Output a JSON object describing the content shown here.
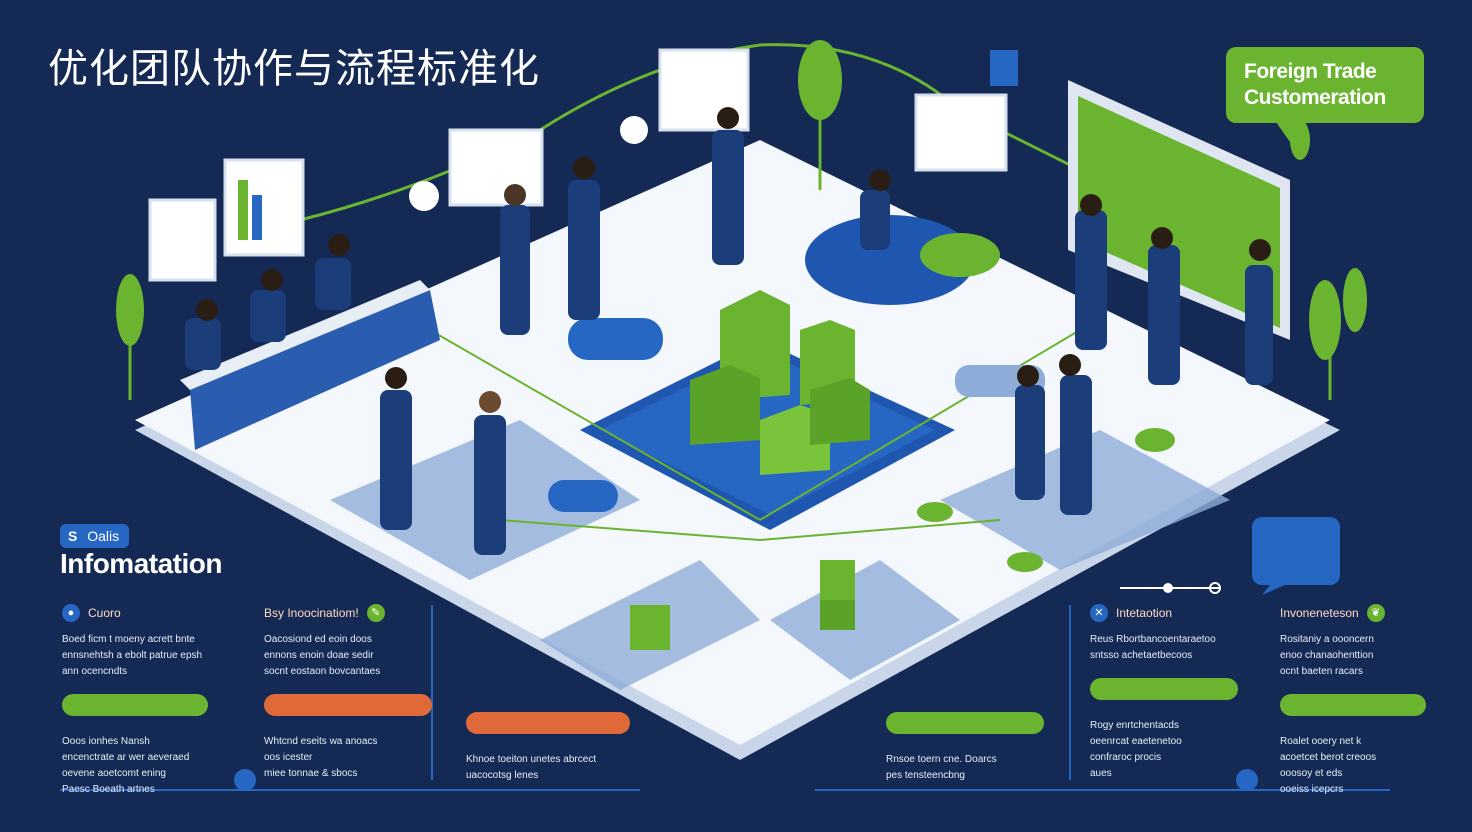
{
  "title": "优化团队协作与流程标准化",
  "bubble": {
    "line1": "Foreign Trade",
    "line2": "Customeration"
  },
  "info": {
    "badge_icon": "S",
    "badge": "Oalis",
    "heading": "Infomatation"
  },
  "columns": [
    {
      "head": "Cuoro",
      "icon": "pin-icon",
      "text_top": "Boed ficm t moeny acrett bnte\nennsnehtsh a ebolt patrue epsh\nann ocencndts",
      "pill": "",
      "pill_color": "#6ab42f",
      "text_bottom": "Ooos ionhes Nansh\nencenctrate ar wer aeveraed\noevene aoetcomt ening\nPaesc Boeath artnes"
    },
    {
      "head": "Bsy Inoocinatiom!",
      "icon": "chat-icon",
      "text_top": "Oacosiond ed eoin doos\nennons enoin doae sedir\nsocnt eostaon bovcantaes",
      "pill": "",
      "pill_color": "#e0693a",
      "text_bottom": "Whtcnd eseits wa anoacs\noos icester\nmiee tonnae & sbocs"
    },
    {
      "head": "",
      "icon": "",
      "text_top": "",
      "pill": "",
      "pill_color": "#e0693a",
      "text_bottom": "Khnoe toeiton unetes abrcect\nuacocotsg lenes"
    },
    {
      "head": "",
      "icon": "",
      "text_top": "",
      "pill": "",
      "pill_color": "#6ab42f",
      "text_bottom": "Rnsoe toern cne. Doarcs\npes tensteencbng"
    },
    {
      "head": "Intetaotion",
      "icon": "tool-icon",
      "text_top": "Reus Rbortbancoentaraetoo\nsntsso achetaetbecoos",
      "pill": "",
      "pill_color": "#6ab42f",
      "text_bottom": "Rogy enrtchentacds\noeenrcat eaetenetoo\nconfraroc procis\naues"
    },
    {
      "head": "Invoneneteson",
      "icon": "leaf-icon",
      "text_top": "Rositaniy a oooncern\nenoo chanaohenttion\nocnt baeten racars",
      "pill": "",
      "pill_color": "#6ab42f",
      "text_bottom": "Roalet ooery net k\nacoetcet berot creoos\nooosoy et eds\nooeiss icepcrs"
    }
  ],
  "colors": {
    "bg": "#142a54",
    "green": "#6ab42f",
    "blue": "#2767c4",
    "orange": "#e0693a",
    "platform": "#f2f5fa"
  }
}
